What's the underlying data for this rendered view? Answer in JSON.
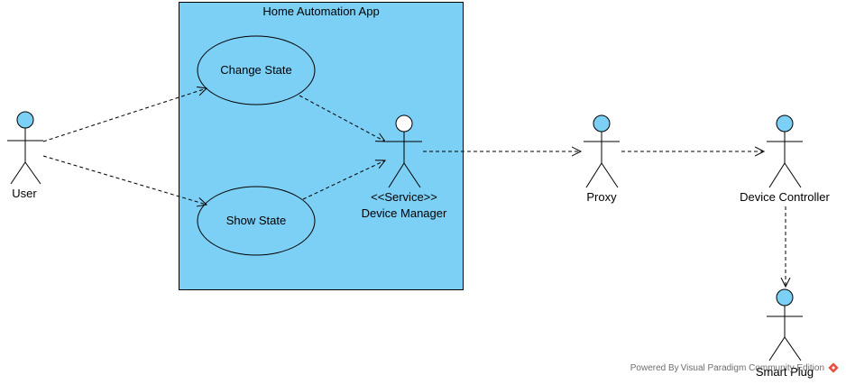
{
  "diagram": {
    "system_boundary_title": "Home Automation App",
    "use_cases": {
      "change_state": "Change State",
      "show_state": "Show State"
    },
    "actors": {
      "user": "User",
      "device_manager_stereotype": "<<Service>>",
      "device_manager": "Device Manager",
      "proxy": "Proxy",
      "device_controller": "Device Controller",
      "smart_plug": "Smart Plug"
    },
    "footer": "Powered By Visual Paradigm Community Edition"
  },
  "colors": {
    "boundary_fill": "#7ccff5",
    "actor_head_fill": "#7ccff5",
    "use_case_fill": "#7ccff5",
    "line": "#000000",
    "logo": "#e74c3c"
  }
}
